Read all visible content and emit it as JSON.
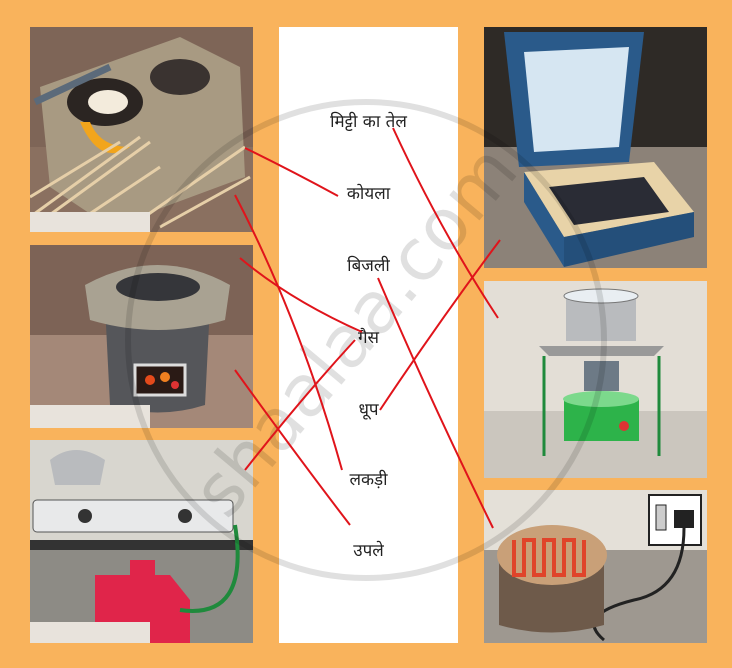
{
  "fuels": [
    {
      "label": "मिट्टी का तेल"
    },
    {
      "label": "कोयला"
    },
    {
      "label": "बिजली"
    },
    {
      "label": "गैस"
    },
    {
      "label": "धूप"
    },
    {
      "label": "लकड़ी"
    },
    {
      "label": "उपले"
    }
  ],
  "left_images": [
    "wood-stove-chulha",
    "coal-sigri-stove",
    "lpg-gas-stove"
  ],
  "right_images": [
    "solar-cooker",
    "kerosene-stove",
    "electric-heater"
  ],
  "watermark": "shaalaa.com",
  "colors": {
    "background": "#F9B35C",
    "line": "#E0141B",
    "panel": "#FFFFFF"
  }
}
